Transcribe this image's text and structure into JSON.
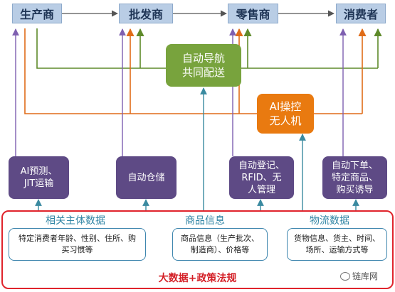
{
  "top_nodes": [
    "生产商",
    "批发商",
    "零售商",
    "消费者"
  ],
  "green_node": "自动导航\n共同配送",
  "orange_node": "AI操控\n无人机",
  "tech_nodes": [
    "AI预测、\nJIT运输",
    "自动仓储",
    "自动登记、\nRFID、无\n人管理",
    "自动下单、\n特定商品、\n购买诱导"
  ],
  "data_labels": [
    "相关主体数据",
    "商品信息",
    "物流数据"
  ],
  "data_boxes": [
    "特定消费者年龄、性别、住所、购\n买习惯等",
    "商品信息（生产批次、\n制造商）、价格等",
    "货物信息、货主、时间、\n场所、运输方式等"
  ],
  "footer": "大数据+政策法规",
  "watermark": "链库网",
  "colors": {
    "purple_arrow": "#7e5fb0",
    "green_line": "#5e8a2a",
    "orange_line": "#e06c18",
    "teal_arrow": "#3a8aa0",
    "frame_red": "#e0242c",
    "top_fill": "#b9cde5"
  }
}
